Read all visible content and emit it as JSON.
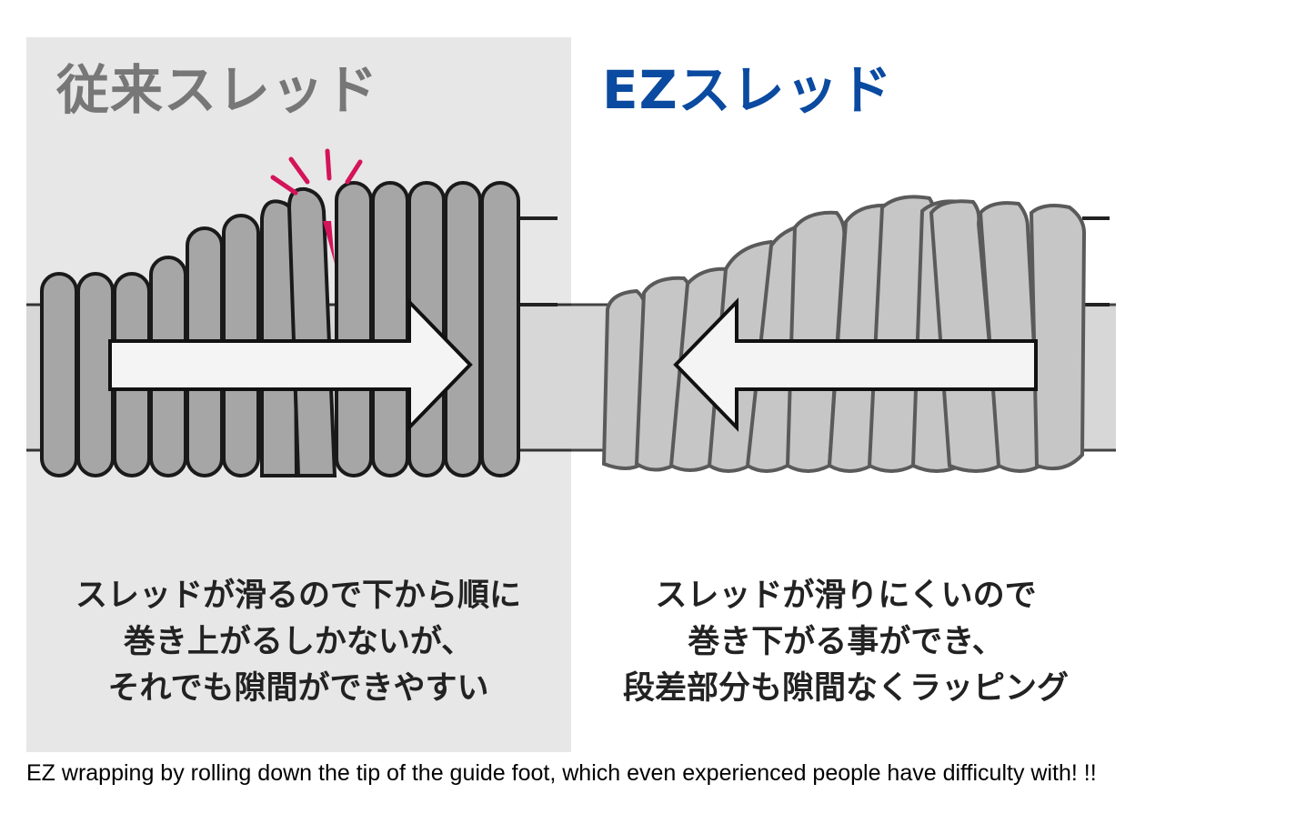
{
  "left_panel": {
    "heading": "従来スレッド",
    "description": [
      "スレッドが滑るので下から順に",
      "巻き上がるしかないが、",
      "それでも隙間ができやすい"
    ]
  },
  "right_panel": {
    "heading": "EZスレッド",
    "description": [
      "スレッドが滑りにくいので",
      "巻き下がる事ができ、",
      "段差部分も隙間なくラッピング"
    ]
  },
  "caption": "EZ wrapping by rolling down the tip of the guide foot, which even experienced people have difficulty with! !!",
  "colors": {
    "left_background": "#e7e7e7",
    "left_heading": "#777777",
    "right_heading": "#0a4aa0",
    "thread_conventional": "#a6a6a6",
    "thread_ez": "#c6c6c6",
    "gap_highlight": "#d4145a"
  },
  "icons": {
    "left_arrow": "arrow-right",
    "right_arrow": "arrow-left",
    "impact_marks": "burst-lines"
  }
}
